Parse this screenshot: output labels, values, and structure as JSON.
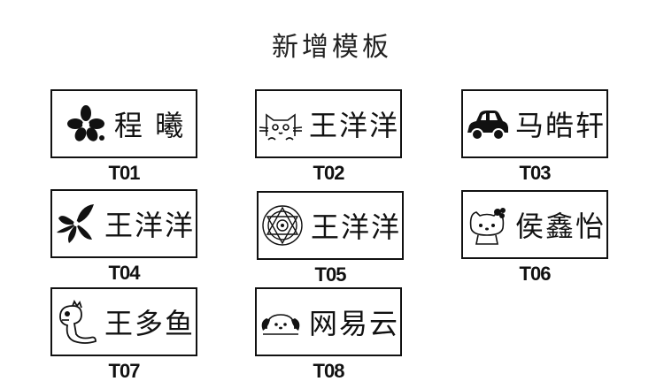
{
  "page": {
    "title": "新增模板"
  },
  "templates": [
    {
      "code": "T01",
      "name": "程 曦",
      "icon": "flower-icon"
    },
    {
      "code": "T02",
      "name": "王洋洋",
      "icon": "cat-icon"
    },
    {
      "code": "T03",
      "name": "马皓轩",
      "icon": "car-icon"
    },
    {
      "code": "T04",
      "name": "王洋洋",
      "icon": "flower-leaf-icon"
    },
    {
      "code": "T05",
      "name": "王洋洋",
      "icon": "star-seal-icon"
    },
    {
      "code": "T06",
      "name": "侯鑫怡",
      "icon": "kitty-icon"
    },
    {
      "code": "T07",
      "name": "王多鱼",
      "icon": "dinosaur-icon"
    },
    {
      "code": "T08",
      "name": "网易云",
      "icon": "puppy-icon"
    }
  ]
}
